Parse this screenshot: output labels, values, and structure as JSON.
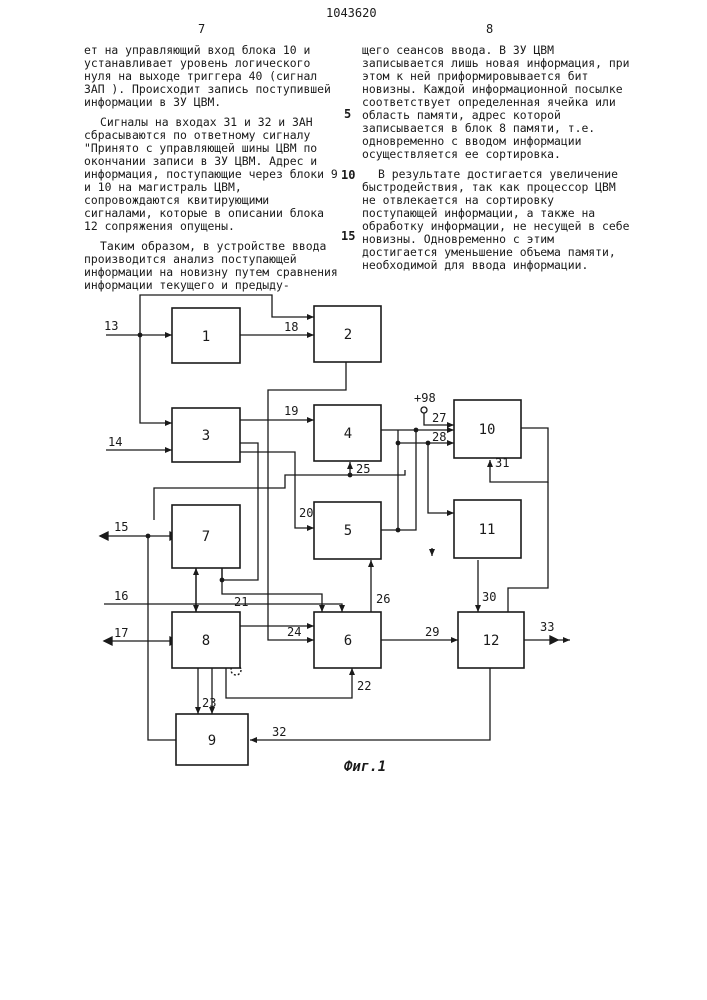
{
  "header": {
    "page_left": "7",
    "patent_number": "1043620",
    "page_right": "8"
  },
  "text_left": [
    "ет на управляющий вход блока 10 и устанавливает уровень логического нуля на выходе триггера 40 (сигнал ЗАП ). Происходит запись поступившей информации в ЗУ ЦВМ.",
    "Сигналы на входах 31 и 32 и ЗАН сбрасываются по ответному сигналу \"Принято с управляющей шины ЦВМ по окончании записи в ЗУ ЦВМ. Адрес и информация, поступающие через блоки 9 и 10 на магистраль ЦВМ, сопровождаются квитирующими сигналами, которые в описании блока 12 сопряжения опущены.",
    "Таким образом, в устройстве ввода производится анализ поступающей информации на новизну путем сравнения информации текущего и предыду-"
  ],
  "text_right": [
    "щего сеансов ввода. В ЗУ ЦВМ записывается лишь новая информация, при этом к ней приформировывается бит новизны. Каждой информационной посылке соответствует определенная ячейка или область памяти, адрес которой записывается в блок 8 памяти, т.е. одновременно с вводом информации осуществляется ее сортировка.",
    "В результате достигается увеличение быстродействия, так как процессор ЦВМ не отвлекается на сортировку поступающей информации, а также на обработку информации, не несущей в себе новизны. Одновременно с этим достигается уменьшение объема памяти, необходимой для ввода информации."
  ],
  "line_markers": [
    "5",
    "10",
    "15"
  ],
  "figure": {
    "caption": "Фиг.1",
    "supply_label": "+98",
    "blocks": [
      {
        "id": "b1",
        "label": "1"
      },
      {
        "id": "b2",
        "label": "2"
      },
      {
        "id": "b3",
        "label": "3"
      },
      {
        "id": "b4",
        "label": "4"
      },
      {
        "id": "b5",
        "label": "5"
      },
      {
        "id": "b6",
        "label": "6"
      },
      {
        "id": "b7",
        "label": "7"
      },
      {
        "id": "b8",
        "label": "8"
      },
      {
        "id": "b9",
        "label": "9"
      },
      {
        "id": "b10",
        "label": "10"
      },
      {
        "id": "b11",
        "label": "11"
      },
      {
        "id": "b12",
        "label": "12"
      }
    ],
    "line_labels": [
      "13",
      "14",
      "15",
      "16",
      "17",
      "18",
      "19",
      "20",
      "21",
      "22",
      "23",
      "24",
      "25",
      "26",
      "27",
      "28",
      "29",
      "30",
      "31",
      "32",
      "33"
    ]
  }
}
